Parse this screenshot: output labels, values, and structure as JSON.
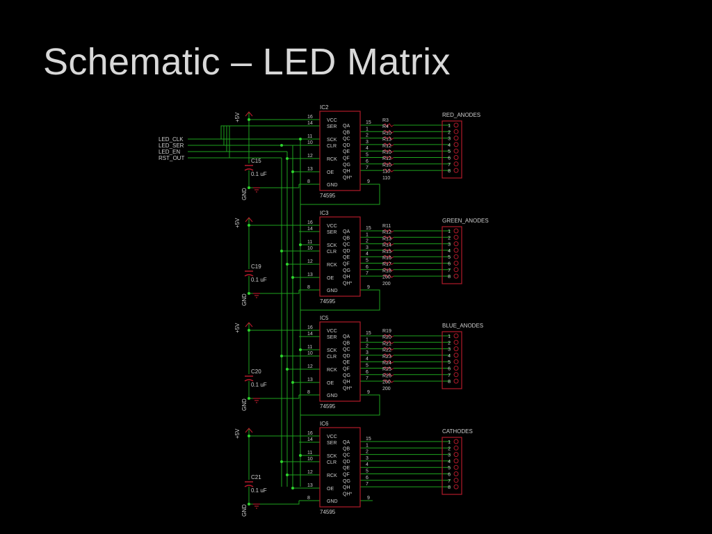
{
  "slide": {
    "title": "Schematic – LED Matrix"
  },
  "colors": {
    "background": "#000000",
    "wire": "#1ea51e",
    "part": "#b21a2a",
    "text": "#cfcfcf",
    "junction": "#2ed42e"
  },
  "schematic": {
    "inputs": [
      "LED_CLK",
      "LED_SER",
      "LED_EN",
      "RST_OUT"
    ],
    "power_label": "+5V",
    "ground_label": "GND",
    "ic_pins_left": [
      "VCC",
      "SER",
      "SCK",
      "CLR",
      "RCK",
      "OE",
      "GND"
    ],
    "ic_pins_right": [
      "QA",
      "QB",
      "QC",
      "QD",
      "QE",
      "QF",
      "QG",
      "QH",
      "QH*"
    ],
    "left_pin_numbers": [
      "16",
      "14",
      "11",
      "10",
      "12",
      "13",
      "8"
    ],
    "right_pin_numbers": [
      "15",
      "1",
      "2",
      "3",
      "4",
      "5",
      "6",
      "7"
    ],
    "qhstar_pin": "9",
    "header_pins": [
      "1",
      "2",
      "3",
      "4",
      "5",
      "6",
      "7",
      "8"
    ],
    "stages": [
      {
        "ic": "IC2",
        "part": "74595",
        "cap": "C15",
        "cap_value": "0.1 uF",
        "connector": "RED_ANODES",
        "resistor_labels": [
          "R3",
          "R4",
          "R10",
          "R13",
          "R12",
          "R10",
          "R12",
          "R10",
          "110",
          "110"
        ]
      },
      {
        "ic": "IC3",
        "part": "74595",
        "cap": "C19",
        "cap_value": "0.1 uF",
        "connector": "GREEN_ANODES",
        "resistor_labels": [
          "R11",
          "R12",
          "R13",
          "R14",
          "R15",
          "R16",
          "R17",
          "R18",
          "200",
          "200"
        ]
      },
      {
        "ic": "IC5",
        "part": "74595",
        "cap": "C20",
        "cap_value": "0.1 uF",
        "connector": "BLUE_ANODES",
        "resistor_labels": [
          "R19",
          "R20",
          "R21",
          "R22",
          "R23",
          "R24",
          "R25",
          "R26",
          "200",
          "200"
        ]
      },
      {
        "ic": "IC6",
        "part": "74595",
        "cap": "C21",
        "cap_value": "0.1 uF",
        "connector": "CATHODES",
        "resistor_labels": []
      }
    ]
  }
}
